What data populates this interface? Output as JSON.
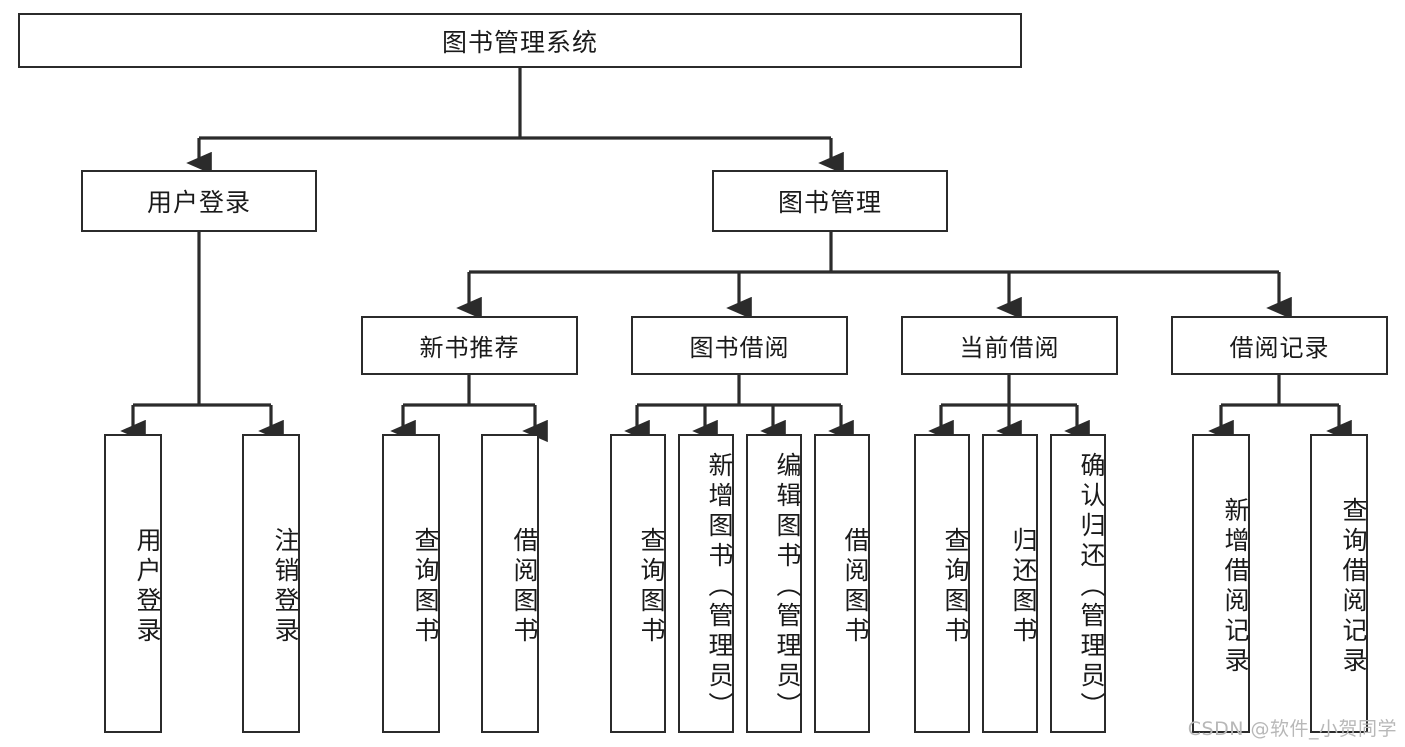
{
  "diagram": {
    "type": "tree-hierarchy-chart",
    "title": "图书管理系统",
    "line_color": "#2b2b2b",
    "box_fill": "#ffffff",
    "text_color": "#1a1a1a",
    "watermark": "CSDN @软件_小贺同学",
    "watermark_color": "#b8b8b8"
  },
  "root": {
    "label": "图书管理系统"
  },
  "level2": [
    {
      "label": "用户登录"
    },
    {
      "label": "图书管理"
    }
  ],
  "level3": [
    {
      "label": "新书推荐"
    },
    {
      "label": "图书借阅"
    },
    {
      "label": "当前借阅"
    },
    {
      "label": "借阅记录"
    }
  ],
  "leaves": {
    "user_login": [
      {
        "label": "用户登录"
      },
      {
        "label": "注销登录"
      }
    ],
    "new_book": [
      {
        "label": "查询图书"
      },
      {
        "label": "借阅图书"
      }
    ],
    "book_borrow": [
      {
        "label": "查询图书"
      },
      {
        "label": "新增图书（管理员）"
      },
      {
        "label": "编辑图书（管理员）"
      },
      {
        "label": "借阅图书"
      }
    ],
    "current_borrow": [
      {
        "label": "查询图书"
      },
      {
        "label": "归还图书"
      },
      {
        "label": "确认归还（管理员）"
      }
    ],
    "borrow_record": [
      {
        "label": "新增借阅记录"
      },
      {
        "label": "查询借阅记录"
      }
    ]
  }
}
